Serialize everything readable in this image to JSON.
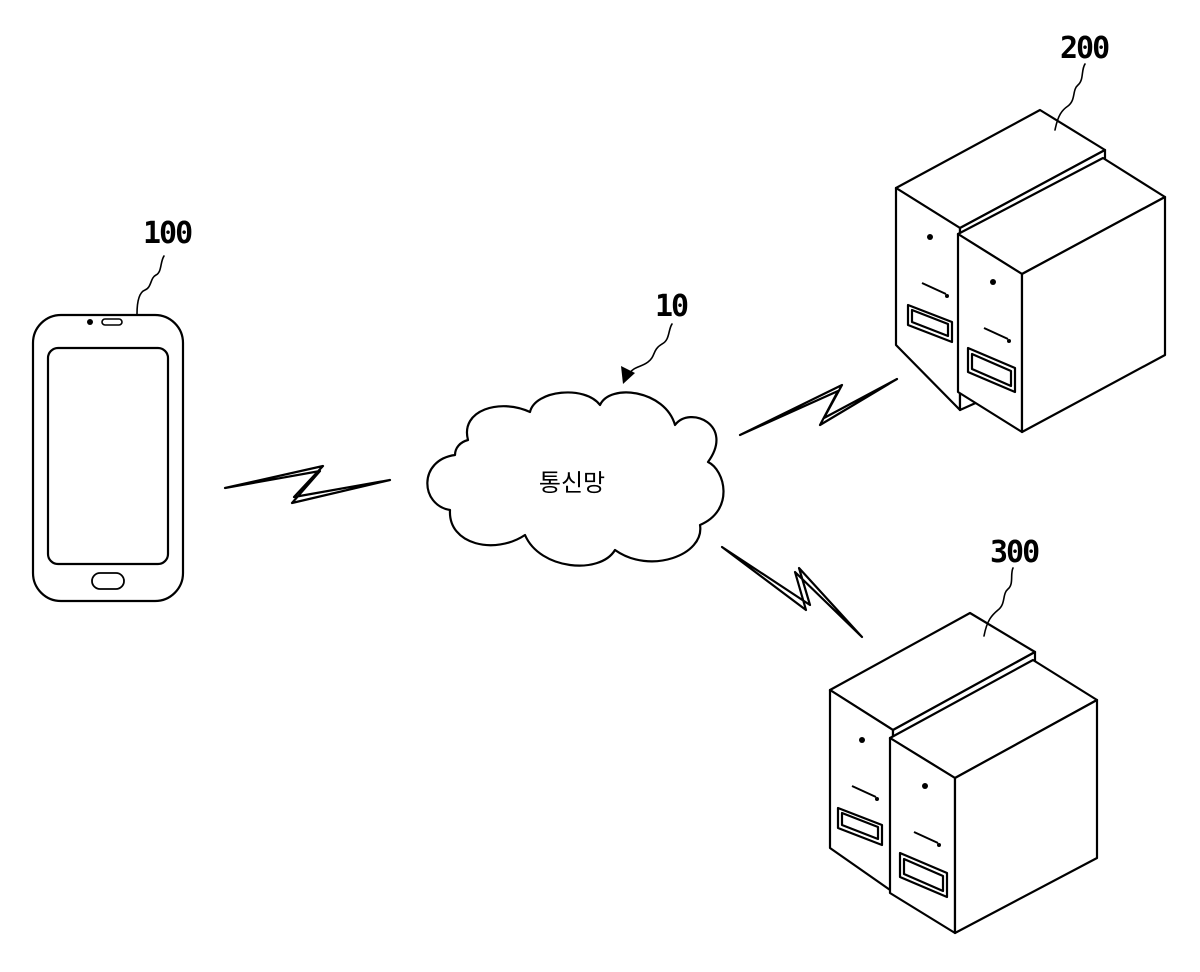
{
  "labels": {
    "network_ref": "10",
    "terminal_ref": "100",
    "server_a_ref": "200",
    "server_b_ref": "300",
    "network_name": "통신망"
  }
}
